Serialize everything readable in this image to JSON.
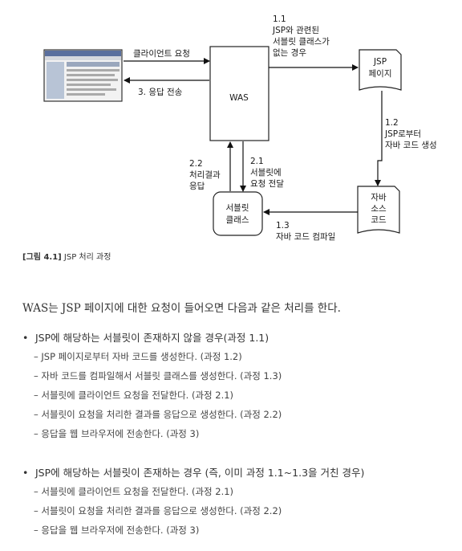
{
  "figure": {
    "nodes": {
      "was": "WAS",
      "jsp_page": [
        "JSP",
        "페이지"
      ],
      "servlet_class": [
        "서블릿",
        "클래스"
      ],
      "java_source": [
        "자바",
        "소스",
        "코드"
      ]
    },
    "edges": {
      "client_request": "클라이언트 요청",
      "response_send": "3. 응답 전송",
      "step_1_1": [
        "1.1",
        "JSP와 관련된",
        "서블릿 클래스가",
        "없는 경우"
      ],
      "step_1_2": [
        "1.2",
        "JSP로부터",
        "자바 코드 생성"
      ],
      "step_1_3": [
        "1.3",
        "자바 코드 컴파일"
      ],
      "step_2_1": [
        "2.1",
        "서블릿에",
        "요청 전달"
      ],
      "step_2_2": [
        "2.2",
        "처리결과",
        "응답"
      ]
    },
    "caption_label": "[그림 4.1]",
    "caption_text": " JSP 처리 과정"
  },
  "intro": "WAS는 JSP 페이지에 대한 요청이 들어오면 다음과 같은 처리를 한다.",
  "sections": [
    {
      "bullet": "•",
      "head": "JSP에 해당하는 서블릿이 존재하지 않을 경우(과정 1.1)",
      "items": [
        "– JSP 페이지로부터 자바 코드를 생성한다. (과정 1.2)",
        "– 자바 코드를 컴파일해서 서블릿 클래스를 생성한다. (과정 1.3)",
        "– 서블릿에 클라이언트 요청을 전달한다. (과정 2.1)",
        "– 서블릿이 요청을 처리한 결과를 응답으로 생성한다. (과정 2.2)",
        "– 응답을 웹 브라우저에 전송한다. (과정 3)"
      ]
    },
    {
      "bullet": "•",
      "head": "JSP에 해당하는 서블릿이 존재하는 경우 (즉, 이미 과정 1.1~1.3을 거친 경우)",
      "items": [
        "– 서블릿에 클라이언트 요청을 전달한다. (과정 2.1)",
        "– 서블릿이 요청을 처리한 결과를 응답으로 생성한다. (과정 2.2)",
        "– 응답을 웹 브라우저에 전송한다. (과정 3)"
      ]
    }
  ]
}
